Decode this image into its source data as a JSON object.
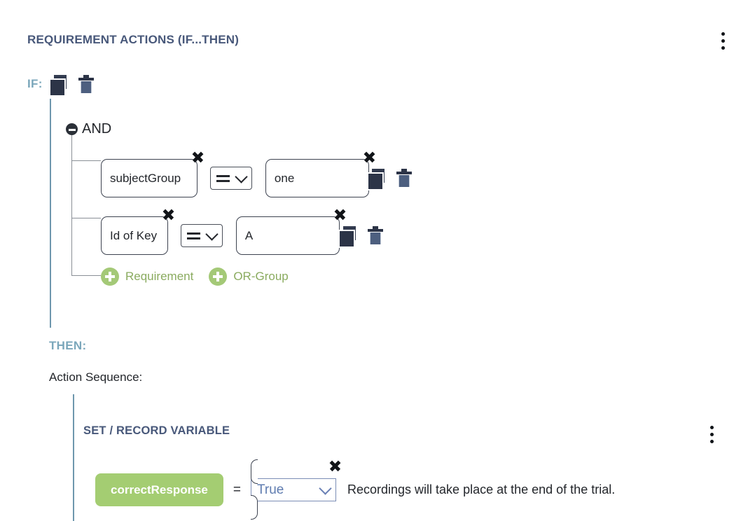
{
  "header": {
    "title": "REQUIREMENT ACTIONS (IF...THEN)",
    "menu_icon": "kebab-menu-icon"
  },
  "colors": {
    "title_navy": "#48587a",
    "label_teal": "#7ba7bb",
    "tree_line": "#6e97ad",
    "green_accent": "#a4c977",
    "pill_green": "#a4cd72",
    "icon_navy": "#2c3447",
    "icon_slate": "#4d5f7f",
    "select_blue": "#5f7cb0"
  },
  "if_section": {
    "label": "IF:",
    "copy_icon": "copy-icon",
    "delete_icon": "trash-icon",
    "group": {
      "operator": "AND",
      "collapse_icon": "minus-circle-icon",
      "conditions": [
        {
          "variable": "subjectGroup",
          "comparator": "==",
          "value": "one",
          "remove_icon": "close-x-icon",
          "copy_icon": "copy-icon",
          "delete_icon": "trash-icon"
        },
        {
          "variable": "Id of Key",
          "comparator": "==",
          "value": "A",
          "remove_icon": "close-x-icon",
          "copy_icon": "copy-icon",
          "delete_icon": "trash-icon"
        }
      ],
      "add_buttons": [
        {
          "label": "Requirement",
          "icon": "plus-circle-icon"
        },
        {
          "label": "OR-Group",
          "icon": "plus-circle-icon"
        }
      ]
    }
  },
  "then_section": {
    "label": "THEN:",
    "action_sequence_label": "Action Sequence:",
    "action": {
      "title": "SET / RECORD VARIABLE",
      "menu_icon": "kebab-menu-icon",
      "variable_name": "correctResponse",
      "equals": "=",
      "value": "True",
      "remove_icon": "close-x-icon",
      "dropdown_icon": "chevron-down-icon",
      "note": "Recordings will take place at the end of the trial."
    }
  }
}
